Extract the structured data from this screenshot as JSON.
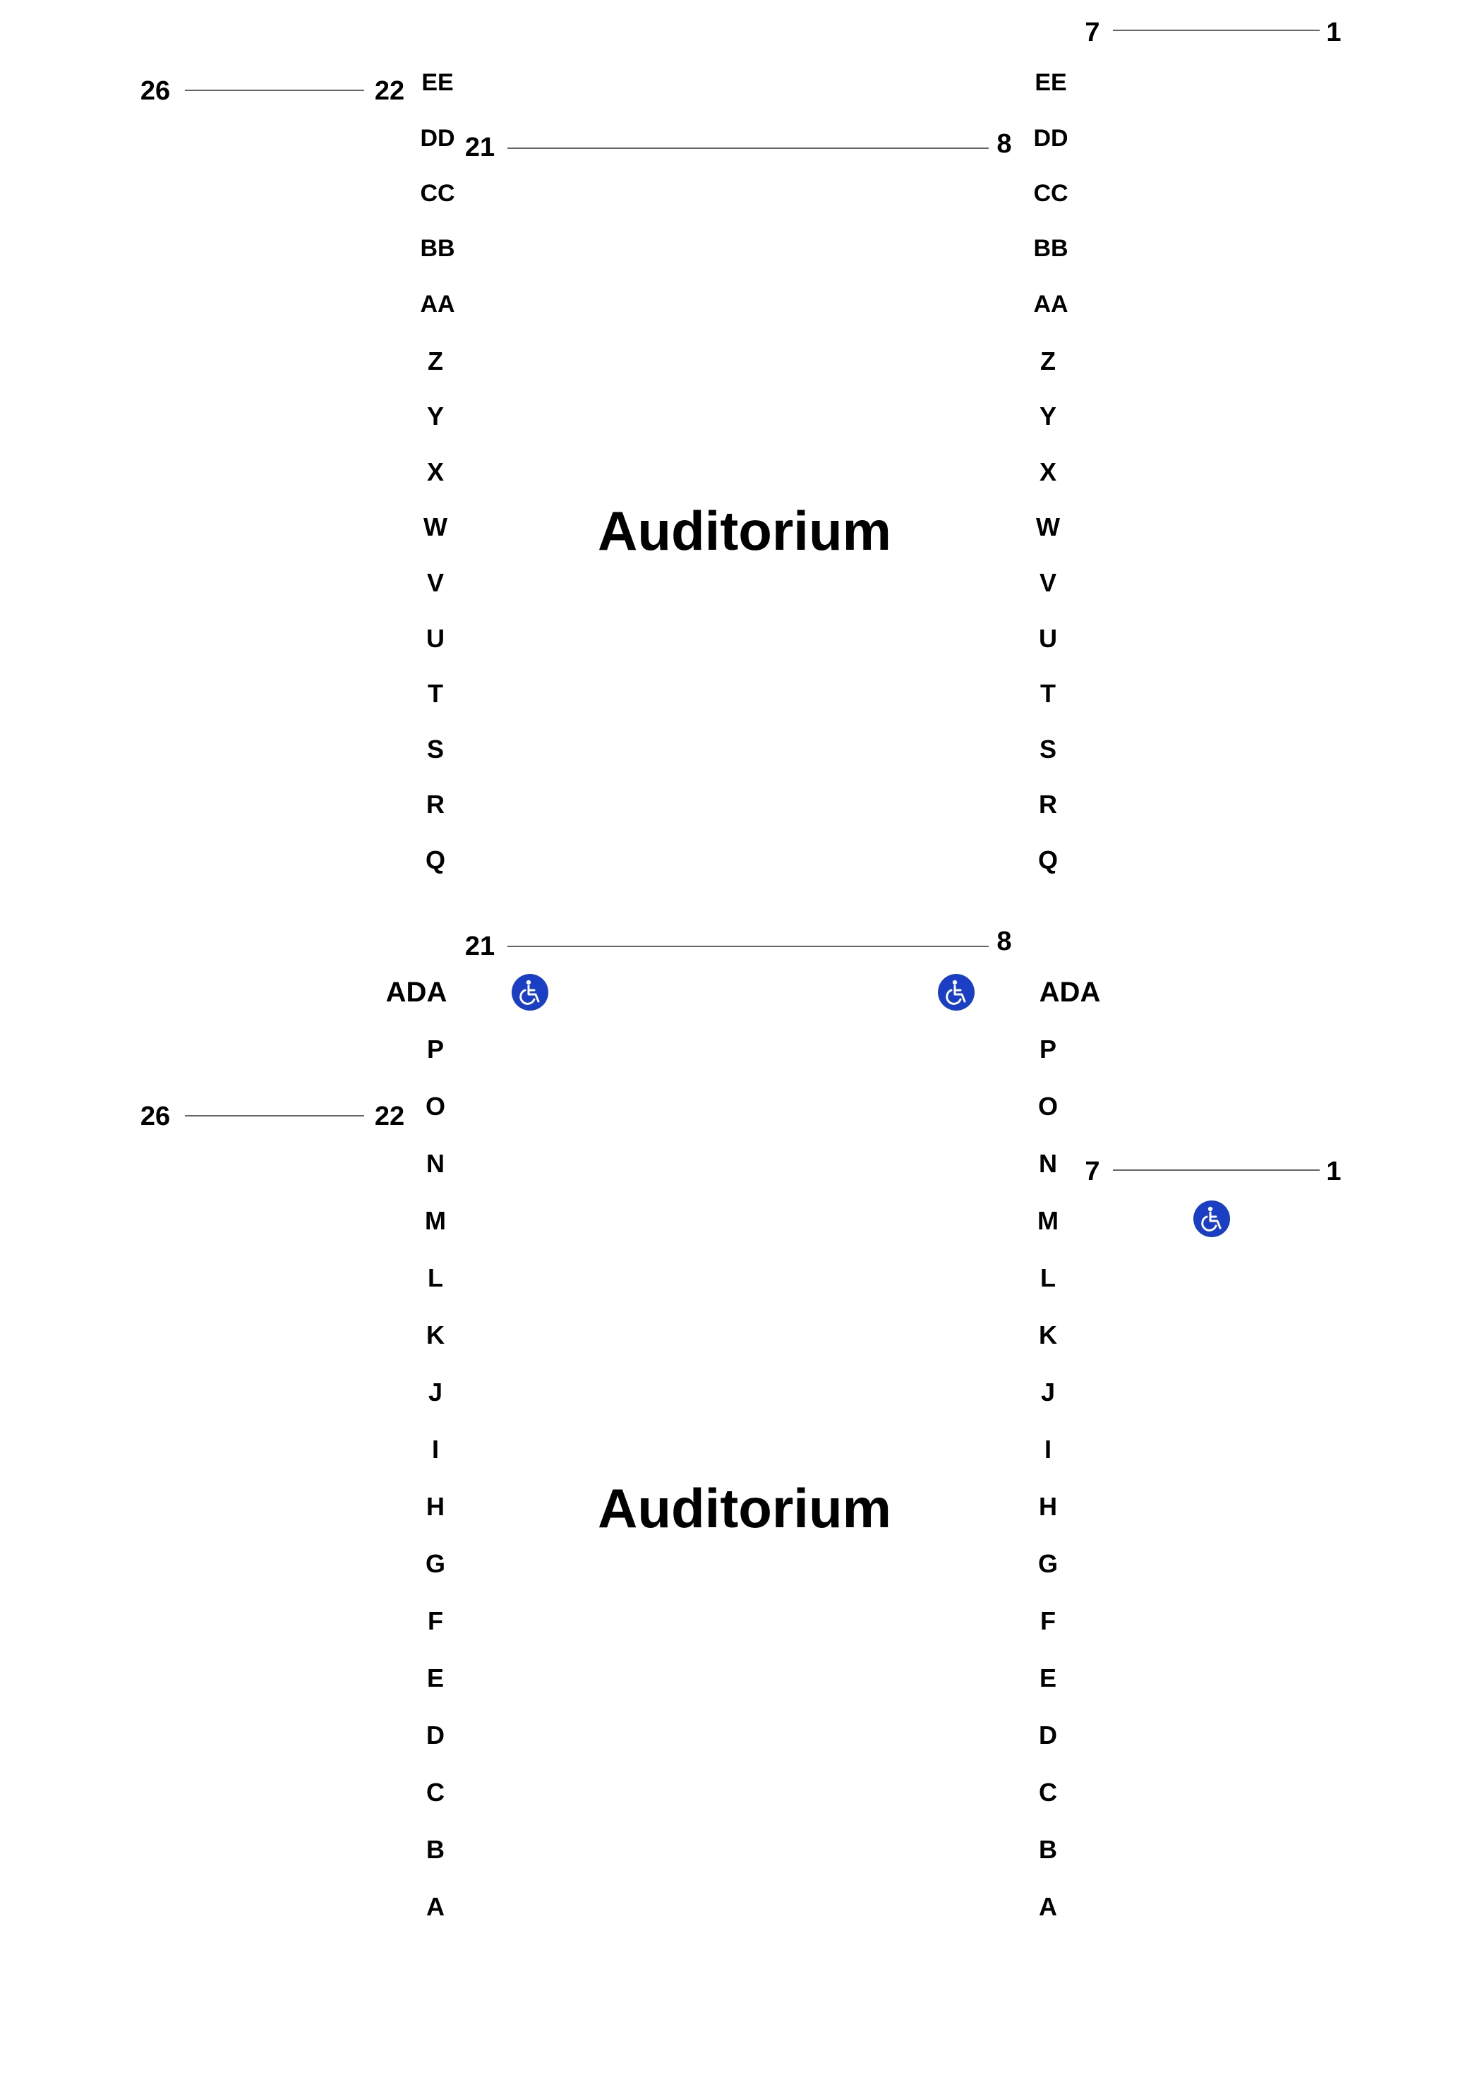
{
  "sections": [
    {
      "title": "Auditorium",
      "row_labels": [
        "EE",
        "DD",
        "CC",
        "BB",
        "AA",
        "Z",
        "Y",
        "X",
        "W",
        "V",
        "U",
        "T",
        "S",
        "R",
        "Q"
      ]
    },
    {
      "title": "Auditorium",
      "row_labels": [
        "ADA",
        "P",
        "O",
        "N",
        "M",
        "L",
        "K",
        "J",
        "I",
        "H",
        "G",
        "F",
        "E",
        "D",
        "C",
        "B",
        "A"
      ]
    }
  ],
  "seat_ranges": [
    {
      "id": "upper-right-block",
      "start": "7",
      "end": "1"
    },
    {
      "id": "upper-left-block",
      "start": "26",
      "end": "22"
    },
    {
      "id": "upper-center-block",
      "start": "21",
      "end": "8"
    },
    {
      "id": "lower-center-block",
      "start": "21",
      "end": "8"
    },
    {
      "id": "lower-left-block",
      "start": "26",
      "end": "22"
    },
    {
      "id": "lower-right-block",
      "start": "7",
      "end": "1"
    }
  ],
  "icons": {
    "wheelchair": "wheelchair-icon"
  },
  "colors": {
    "accessible_badge": "#1a3fc4",
    "text": "#000000",
    "range_line": "#666666"
  }
}
